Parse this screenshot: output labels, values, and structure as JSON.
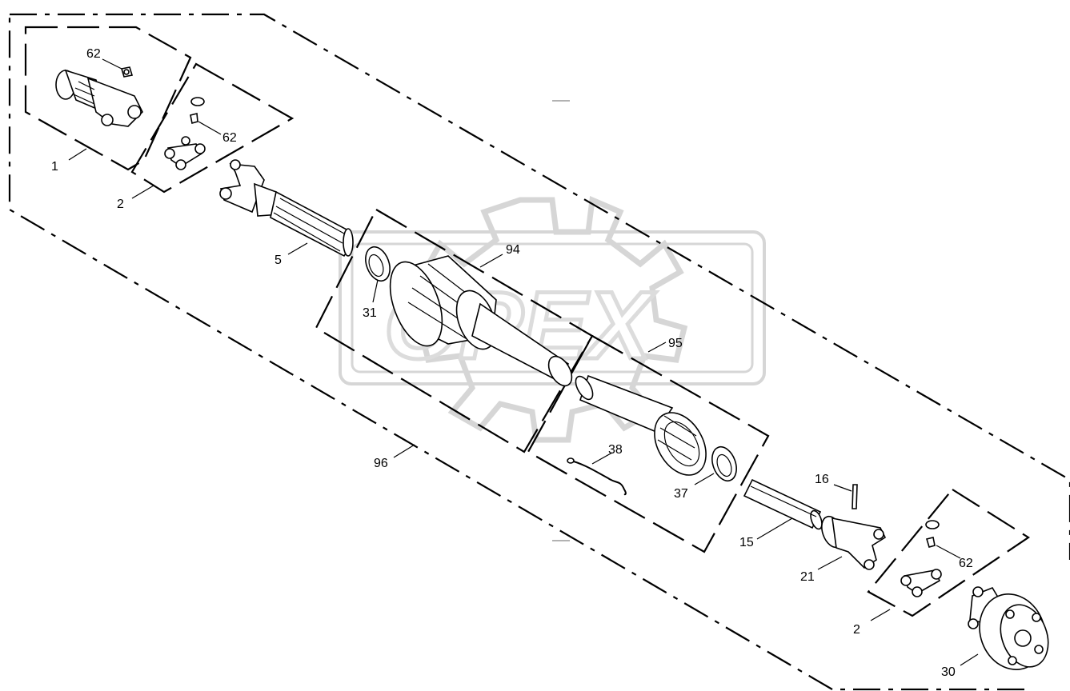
{
  "watermark": {
    "text": "OPEX"
  },
  "labels": {
    "l1": "1",
    "l2a": "2",
    "l2b": "2",
    "l5": "5",
    "l15": "15",
    "l16": "16",
    "l21": "21",
    "l30": "30",
    "l31": "31",
    "l37": "37",
    "l38": "38",
    "l62a": "62",
    "l62b": "62",
    "l62c": "62",
    "l94": "94",
    "l95": "95",
    "l96": "96"
  }
}
